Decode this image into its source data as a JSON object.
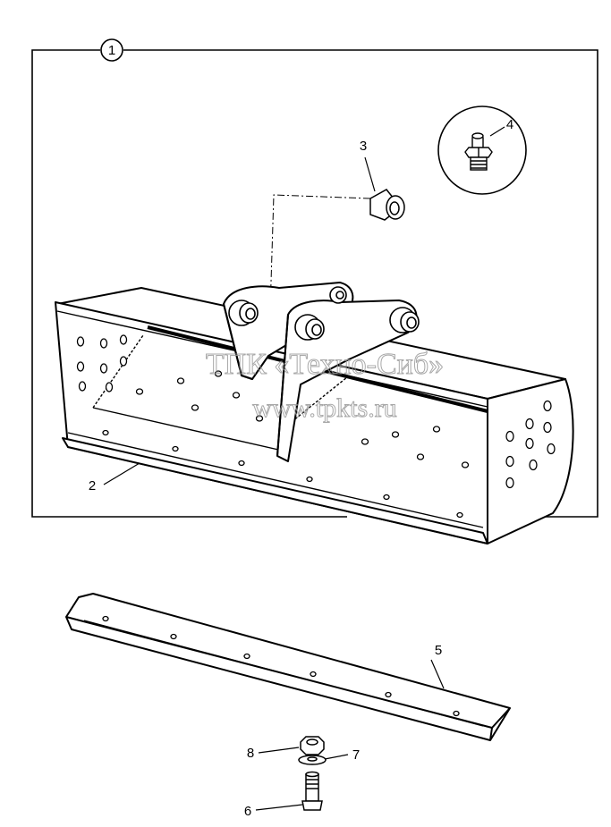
{
  "diagram": {
    "callouts": {
      "group": "1",
      "bucket": "2",
      "bushing": "3",
      "grease_nipple": "4",
      "cutting_edge": "5",
      "bolt": "6",
      "washer": "7",
      "nut": "8"
    },
    "watermark": {
      "line1": "ТПК «Техно-Сиб»",
      "line2": "www.tpkts.ru"
    }
  }
}
